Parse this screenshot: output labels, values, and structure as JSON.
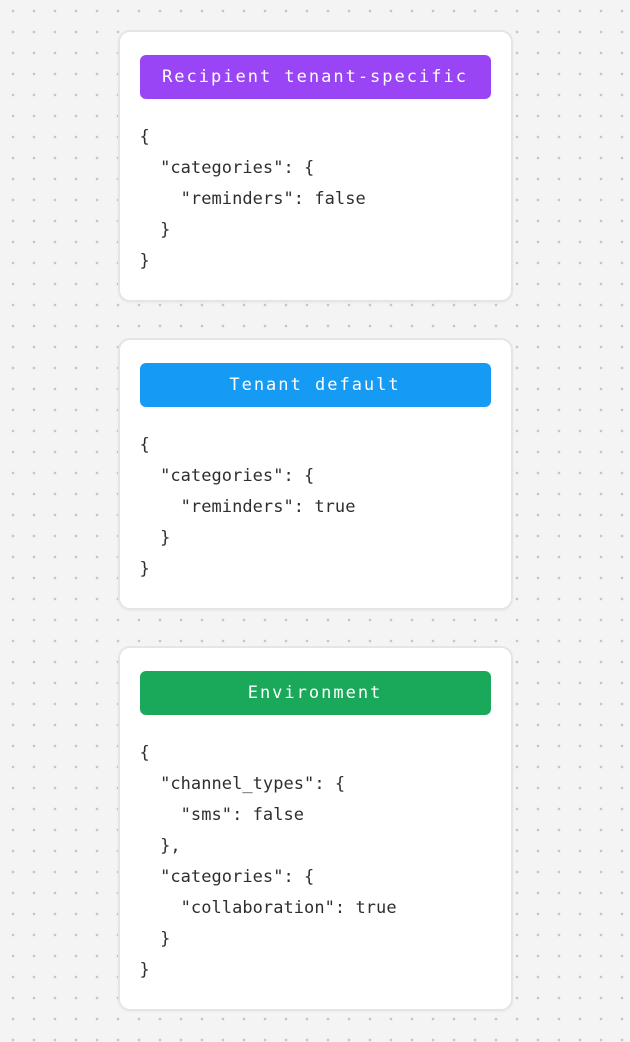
{
  "canvas": {
    "background_color": "#f4f4f5",
    "dot_color": "#c6c6c8"
  },
  "cards": [
    {
      "badge": {
        "label": "Recipient tenant-specific",
        "color": "#9945f5"
      },
      "code": "{\n  \"categories\": {\n    \"reminders\": false\n  }\n}"
    },
    {
      "badge": {
        "label": "Tenant default",
        "color": "#169bf5"
      },
      "code": "{\n  \"categories\": {\n    \"reminders\": true\n  }\n}"
    },
    {
      "badge": {
        "label": "Environment",
        "color": "#1aa95a"
      },
      "code": "{\n  \"channel_types\": {\n    \"sms\": false\n  },\n  \"categories\": {\n    \"collaboration\": true\n  }\n}"
    }
  ]
}
